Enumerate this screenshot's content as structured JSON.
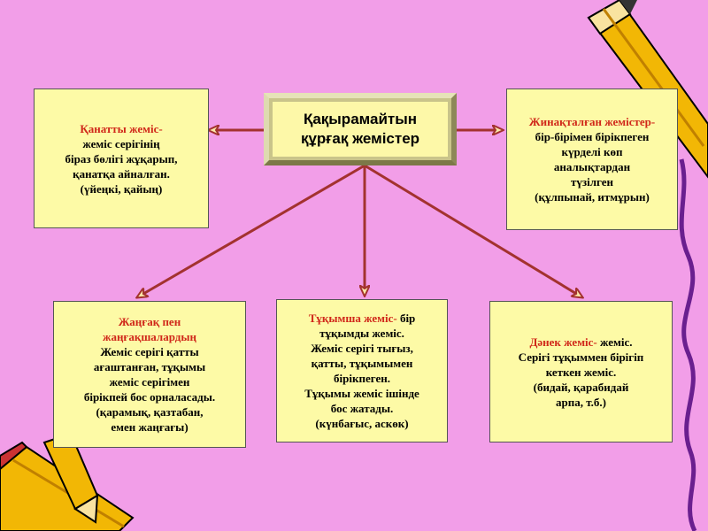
{
  "center": {
    "lines": [
      "Қақырамайтын",
      "құрғақ жемістер"
    ]
  },
  "top_left": {
    "lines": [
      "Қанатты жеміс-",
      "жеміс серігінің",
      "біраз бөлігі жұқарып,",
      "қанатқа айналған.",
      "(үйеңкі, қайың)"
    ]
  },
  "top_right": {
    "lines": [
      "Жинақталған жемістер-",
      "бір-бірімен бірікпеген",
      "күрделі көп",
      "аналықтардан",
      "түзілген",
      "(құлпынай, итмұрын)"
    ]
  },
  "bottom_left": {
    "lines": [
      "Жаңғақ пен",
      "жаңғақшалардың",
      "Жеміс серігі қатты",
      "ағаштанған, тұқымы",
      "жеміс серігімен",
      "бірікпей бос орналасады.",
      "(қарамық, қазтабан,",
      "емен жаңғағы)"
    ]
  },
  "bottom_middle": {
    "title": "Тұқымша жеміс-",
    "title_rest": " бір",
    "lines": [
      "тұқымды жеміс.",
      "Жеміс серігі тығыз,",
      "қатты, тұқымымен",
      "бірікпеген.",
      "Тұқымы жеміс ішінде",
      "бос жатады.",
      "(күнбағыс, аскөк)"
    ]
  },
  "bottom_right": {
    "title": "Дәнек жеміс-",
    "title_rest": " жеміс.",
    "lines": [
      "Серігі тұқыммен бірігіп",
      "кеткен жеміс.",
      "(бидай, қарабидай",
      "арпа, т.б.)"
    ]
  },
  "colors": {
    "background": "#f29ee8",
    "box_fill": "#fdfaa6",
    "arrow": "#a3322f",
    "red_text": "#d0281a"
  }
}
